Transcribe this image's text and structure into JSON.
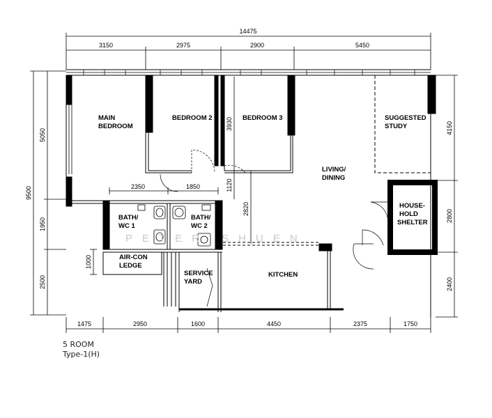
{
  "rooms": {
    "main_bedroom": [
      "MAIN",
      "BEDROOM"
    ],
    "bedroom2": "BEDROOM 2",
    "bedroom3": "BEDROOM 3",
    "study": [
      "SUGGESTED",
      "STUDY"
    ],
    "living": [
      "LIVING/",
      "DINING"
    ],
    "shelter": [
      "HOUSE-",
      "HOLD",
      "SHELTER"
    ],
    "bath1": [
      "BATH/",
      "WC 1"
    ],
    "bath2": [
      "BATH/",
      "WC 2"
    ],
    "aircon": [
      "AIR-CON",
      "LEDGE"
    ],
    "service_yard": [
      "SERVICE",
      "YARD"
    ],
    "kitchen": "KITCHEN"
  },
  "dimensions": {
    "overall_width": "14475",
    "top_row": [
      "3150",
      "2975",
      "2900",
      "5450"
    ],
    "bottom_row": [
      "1475",
      "2950",
      "1600",
      "4450",
      "2375",
      "1750"
    ],
    "left_overall": "9500",
    "left_row": [
      "5050",
      "1950",
      "2500"
    ],
    "right_row": [
      "4150",
      "2800",
      "2400"
    ],
    "bath_row": [
      "2350",
      "1850"
    ],
    "inner_vertical": [
      "3930",
      "1120",
      "2820",
      "1000"
    ]
  },
  "watermark": "PETER SHUEN",
  "caption": [
    "5 ROOM",
    "Type-1(H)"
  ]
}
